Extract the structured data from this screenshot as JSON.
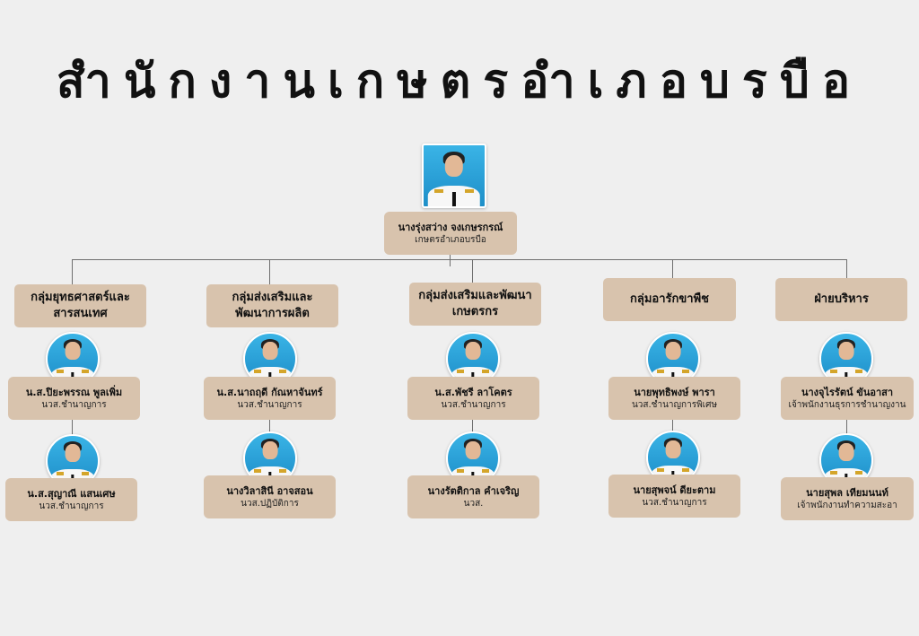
{
  "title": "สำนักงานเกษตรอำเภอบรบือ",
  "head": {
    "name": "นางรุ่งสว่าง จงเกษรกรณ์",
    "position": "เกษตรอำเภอบรบือ"
  },
  "groups": [
    {
      "label": "กลุ่มยุทธศาสตร์และสารสนเทศ",
      "members": [
        {
          "name": "น.ส.ปิยะพรรณ พูลเพิ่ม",
          "position": "นวส.ชำนาญการ"
        },
        {
          "name": "น.ส.สุญาณี แสนเศษ",
          "position": "นวส.ชำนาญการ"
        }
      ]
    },
    {
      "label": "กลุ่มส่งเสริมและพัฒนาการผลิต",
      "members": [
        {
          "name": "น.ส.นาถฤดี กัณหาจันทร์",
          "position": "นวส.ชำนาญการ"
        },
        {
          "name": "นางวิลาสินี อาจสอน",
          "position": "นวส.ปฏิบัติการ"
        }
      ]
    },
    {
      "label": "กลุ่มส่งเสริมและพัฒนาเกษตรกร",
      "members": [
        {
          "name": "น.ส.พัชรี ลาโคตร",
          "position": "นวส.ชำนาญการ"
        },
        {
          "name": "นางรัตติกาล คำเจริญ",
          "position": "นวส."
        }
      ]
    },
    {
      "label": "กลุ่มอารักขาพืช",
      "members": [
        {
          "name": "นายพุทธิพงษ์ พารา",
          "position": "นวส.ชำนาญการพิเศษ"
        },
        {
          "name": "นายสุพจน์ ดียะตาม",
          "position": "นวส.ชำนาญการ"
        }
      ]
    },
    {
      "label": "ฝ่ายบริหาร",
      "members": [
        {
          "name": "นางจุไรรัตน์ ขันอาสา",
          "position": "เจ้าพนักงานธุรการชำนาญงาน"
        },
        {
          "name": "นายสุพล เทียมนนท์",
          "position": "เจ้าพนักงานทำความสะอา"
        }
      ]
    }
  ]
}
